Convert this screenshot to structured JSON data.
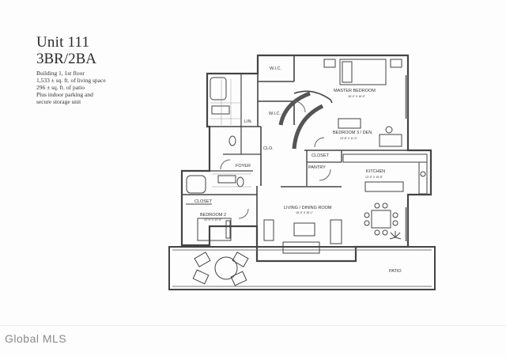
{
  "listing": {
    "unit_title": "Unit 111",
    "unit_type": "3BR/2BA",
    "details": [
      "Building 1, 1st floor",
      "1,533 ± sq. ft. of living space",
      "296 ± sq. ft. of patio",
      "Plus indoor parking and",
      "secure storage unit"
    ]
  },
  "rooms": {
    "wic_top": "W.I.C.",
    "wic_mid": "W.I.C.",
    "master_bedroom": "MASTER BEDROOM",
    "master_bedroom_dims": "16'-0\" X 16'-0\"",
    "bedroom3": "BEDROOM 3 / DEN",
    "bedroom3_dims": "13'-8\" X 11'-0\"",
    "closet_kitchen": "CLOSET",
    "pantry": "PANTRY",
    "kitchen": "KITCHEN",
    "kitchen_dims": "12'-0\" X 15'-8\"",
    "foyer": "FOYER",
    "clo": "CLO.",
    "lin": "LIN.",
    "closet_bed2": "CLOSET",
    "bedroom2": "BEDROOM 2",
    "bedroom2_dims": "12'-0\" X 12'-0\"",
    "living": "LIVING / DINING ROOM",
    "living_dims": "18'-0\" X 15'-1\"",
    "patio": "PATIO"
  },
  "watermark": "Global MLS"
}
